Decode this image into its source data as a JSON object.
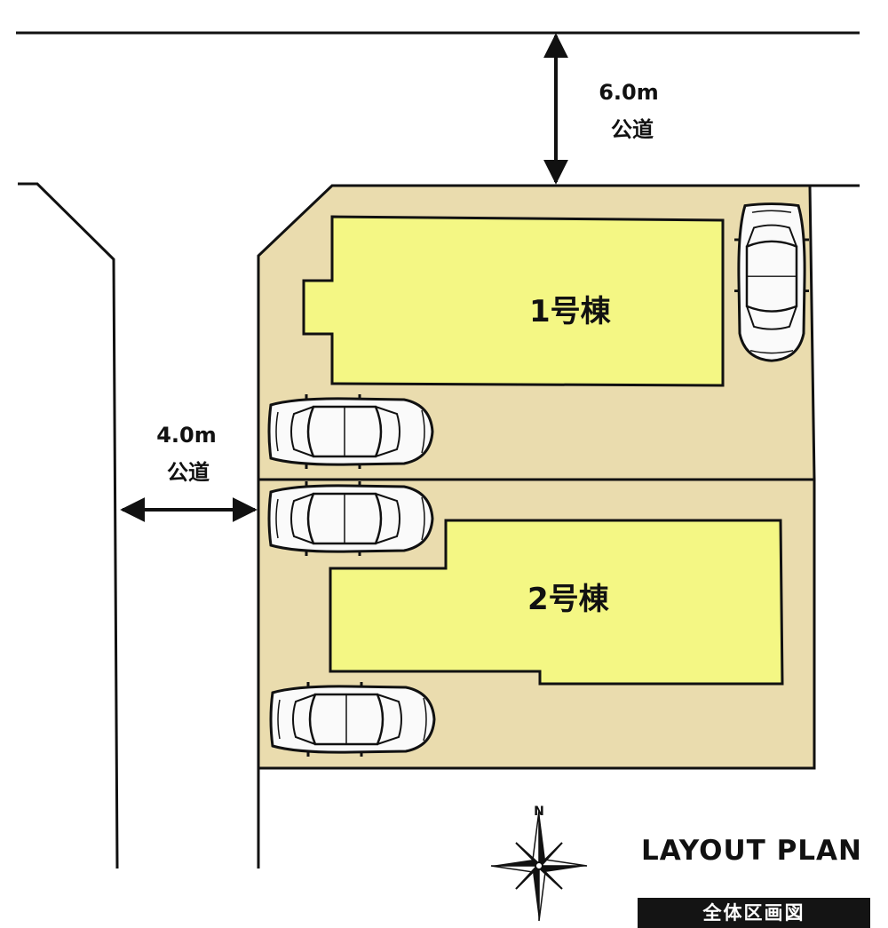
{
  "north_road": {
    "width": "6.0m",
    "type": "公道"
  },
  "west_road": {
    "width": "4.0m",
    "type": "公道"
  },
  "lots": [
    {
      "label": "1号棟"
    },
    {
      "label": "2号棟"
    }
  ],
  "compass": {
    "label": "N"
  },
  "title": {
    "en": "LAYOUT PLAN",
    "jp": "全体区画図"
  },
  "colors": {
    "lot": "#eadcae",
    "building": "#f4f784",
    "car_body": "#fafafa",
    "line": "#111111",
    "title_bar": "#141414"
  },
  "icons": [
    "car-icon",
    "compass-rose-icon",
    "dimension-arrow-icon"
  ]
}
